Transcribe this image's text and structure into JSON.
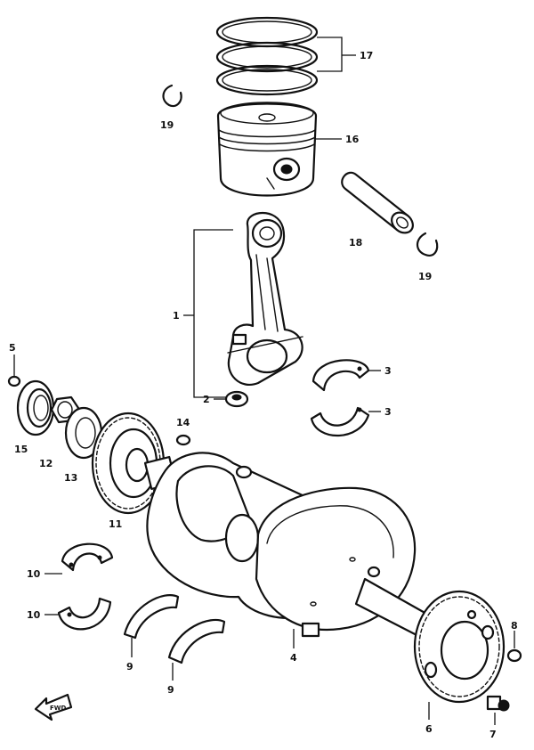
{
  "diagram": {
    "colors": {
      "ink": "#111111",
      "paper": "#ffffff"
    },
    "callouts": {
      "c1": "1",
      "c2": "2",
      "c3a": "3",
      "c3b": "3",
      "c4": "4",
      "c5": "5",
      "c6": "6",
      "c7": "7",
      "c8": "8",
      "c9a": "9",
      "c9b": "9",
      "c10a": "10",
      "c10b": "10",
      "c11": "11",
      "c12": "12",
      "c13": "13",
      "c14": "14",
      "c15": "15",
      "c16": "16",
      "c17": "17",
      "c18": "18",
      "c19a": "19",
      "c19b": "19"
    },
    "fwd_label": "FWD"
  }
}
